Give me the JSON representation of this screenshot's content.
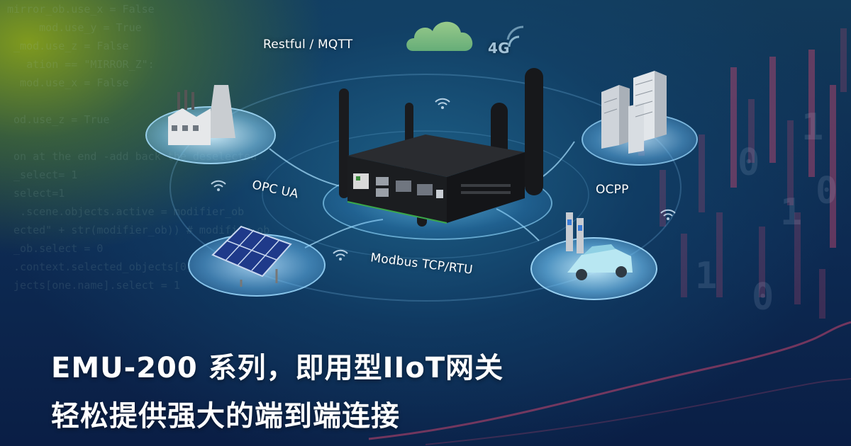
{
  "labels": {
    "restful_mqtt": "Restful / MQTT",
    "cellular": "4G",
    "opc_ua": "OPC UA",
    "ocpp": "OCPP",
    "modbus": "Modbus TCP/RTU"
  },
  "headline": {
    "line1": "EMU-200 系列，即用型IIoT网关",
    "line2": "轻松提供强大的端到端连接"
  },
  "icons": [
    "cloud-icon",
    "4g-signal-icon",
    "factory-icon",
    "data-center-icon",
    "solar-panel-icon",
    "ev-charging-icon",
    "wifi-icon",
    "gateway-device-image"
  ],
  "colors": {
    "text": "#ffffff",
    "platform_glow": "#4fb6ef",
    "device_body": "#1b1d20",
    "chart_red": "#c8466e"
  }
}
